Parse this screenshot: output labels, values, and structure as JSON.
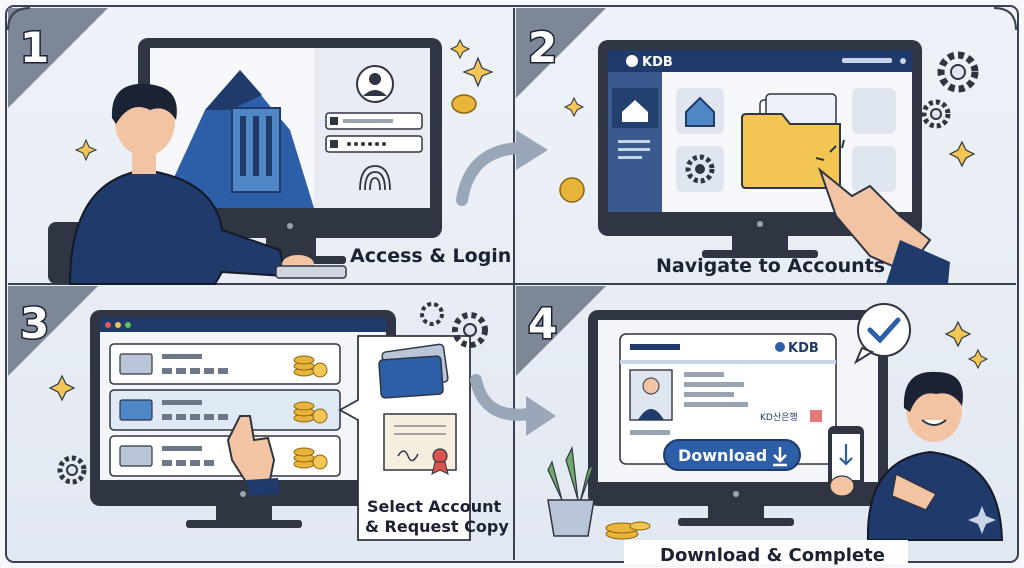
{
  "steps": [
    {
      "number": "1",
      "label": "Access & Login"
    },
    {
      "number": "2",
      "label": "Navigate to Accounts"
    },
    {
      "number": "3",
      "label_line1": "Select Account",
      "label_line2": "& Request Copy"
    },
    {
      "number": "4",
      "label": "Download & Complete"
    }
  ],
  "brand": {
    "logo_text": "KDB",
    "stamp_text": "KD산은행"
  },
  "download": {
    "button_label": "Download"
  },
  "colors": {
    "navy": "#1f3a6b",
    "blue": "#2d5fa8",
    "panel_bg": "#e6ebf2",
    "folder": "#f3c653",
    "coin": "#e8b53a",
    "skin": "#f2c4a4"
  }
}
